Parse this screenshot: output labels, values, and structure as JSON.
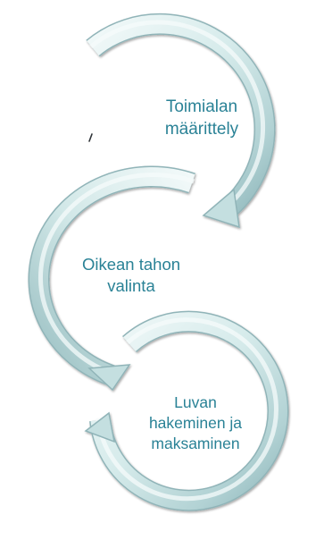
{
  "steps": [
    {
      "lines": [
        "Toimialan",
        "määrittely"
      ]
    },
    {
      "lines": [
        "Oikean tahon",
        "valinta"
      ]
    },
    {
      "lines": [
        "Luvan",
        "hakeminen ja",
        "maksaminen"
      ]
    }
  ],
  "colors": {
    "arrow_light": "#f2f9f9",
    "arrow_mid": "#c8e1e2",
    "arrow_dark": "#8fb7bb",
    "arrow_edge": "#90b4b8",
    "label_text": "#2a8296",
    "stray_mark": "#2f3438"
  }
}
